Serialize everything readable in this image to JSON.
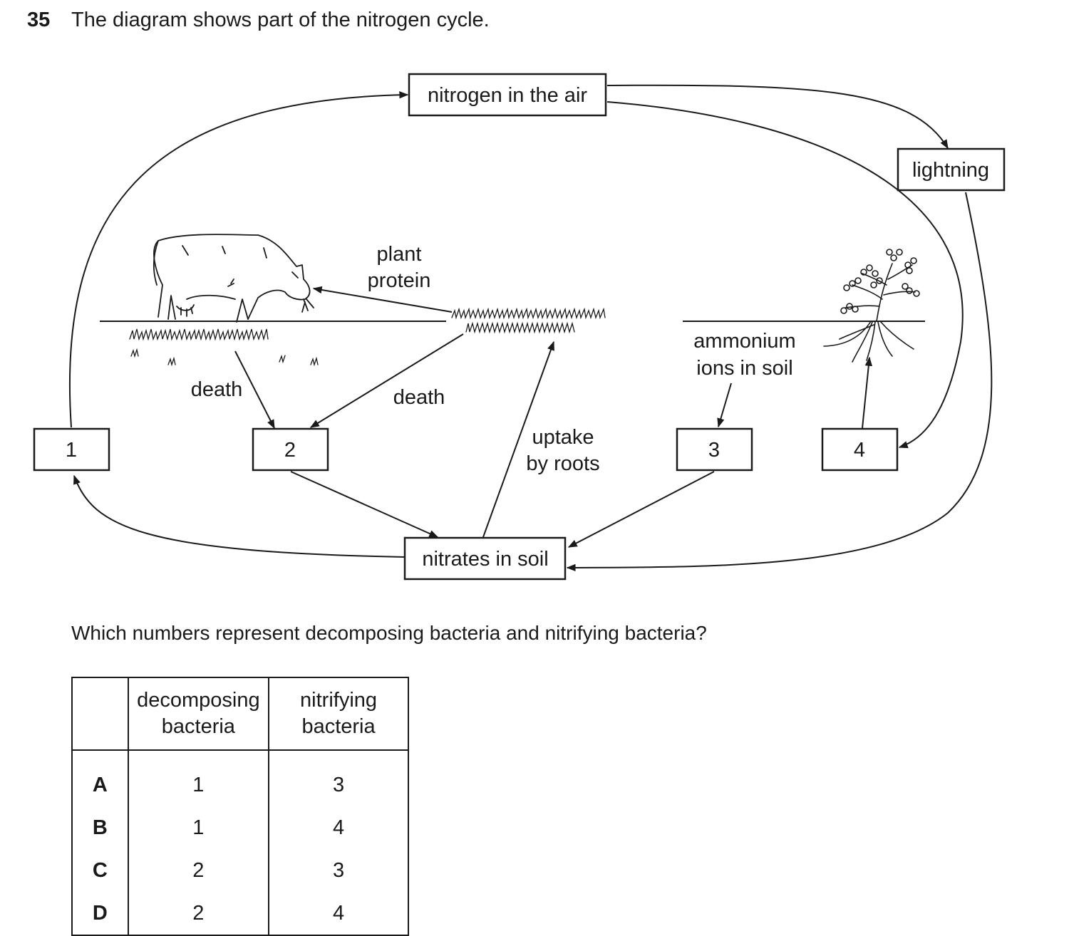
{
  "question": {
    "number": "35",
    "text": "The diagram shows part of the nitrogen cycle.",
    "prompt": "Which numbers represent decomposing bacteria and nitrifying bacteria?"
  },
  "diagram": {
    "boxes": {
      "nitrogen_air": "nitrogen in the air",
      "lightning": "lightning",
      "nitrates_soil": "nitrates in soil",
      "box1": "1",
      "box2": "2",
      "box3": "3",
      "box4": "4"
    },
    "labels": {
      "plant_protein_1": "plant",
      "plant_protein_2": "protein",
      "death_cow": "death",
      "death_grass": "death",
      "uptake_1": "uptake",
      "uptake_2": "by roots",
      "ammonium_1": "ammonium",
      "ammonium_2": "ions in soil"
    }
  },
  "table": {
    "headers": {
      "col1_line1": "decomposing",
      "col1_line2": "bacteria",
      "col2_line1": "nitrifying",
      "col2_line2": "bacteria"
    },
    "rows": [
      {
        "letter": "A",
        "decomposing": "1",
        "nitrifying": "3"
      },
      {
        "letter": "B",
        "decomposing": "1",
        "nitrifying": "4"
      },
      {
        "letter": "C",
        "decomposing": "2",
        "nitrifying": "3"
      },
      {
        "letter": "D",
        "decomposing": "2",
        "nitrifying": "4"
      }
    ]
  }
}
